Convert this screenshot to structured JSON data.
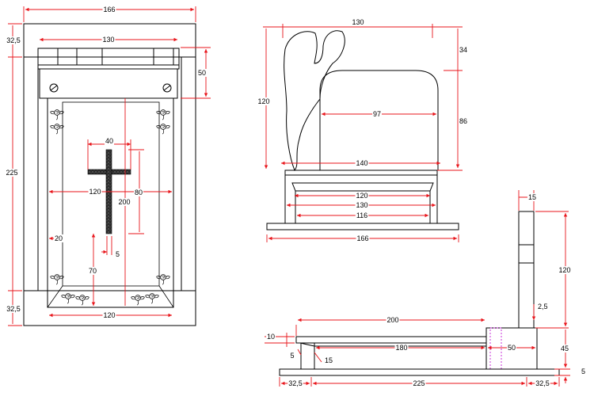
{
  "colors": {
    "outline": "#000000",
    "dimension": "#e8151b",
    "hidden_line": "#c21ad6",
    "cross_fill": "#2b2b2b"
  },
  "top_view": {
    "width_166": "166",
    "plate_130": "130",
    "left_32_5_top": "32,5",
    "left_225": "225",
    "left_32_5_bottom": "32,5",
    "plate_50": "50",
    "cross_40": "40",
    "inner_120": "120",
    "cross_80": "80",
    "cross_200": "200",
    "side_20": "20",
    "cross_5": "5",
    "bottom_70": "70",
    "bottom_120": "120"
  },
  "front_view": {
    "top_130": "130",
    "angel_34": "34",
    "height_120": "120",
    "head_97": "97",
    "head_86": "86",
    "base_140": "140",
    "step_120": "120",
    "step_130": "130",
    "step_116": "116",
    "bottom_166": "166"
  },
  "side_view": {
    "stele_15": "15",
    "stele_120": "120",
    "gap_2_5": "2,5",
    "frame_200": "200",
    "frame_10": "10",
    "frame_180": "180",
    "base_50": "50",
    "base_45": "45",
    "small_5_left": "5",
    "small_15": "15",
    "small_5_right": "5",
    "foot_32_5_left": "32,5",
    "foot_225": "225",
    "foot_32_5_right": "32,5"
  }
}
